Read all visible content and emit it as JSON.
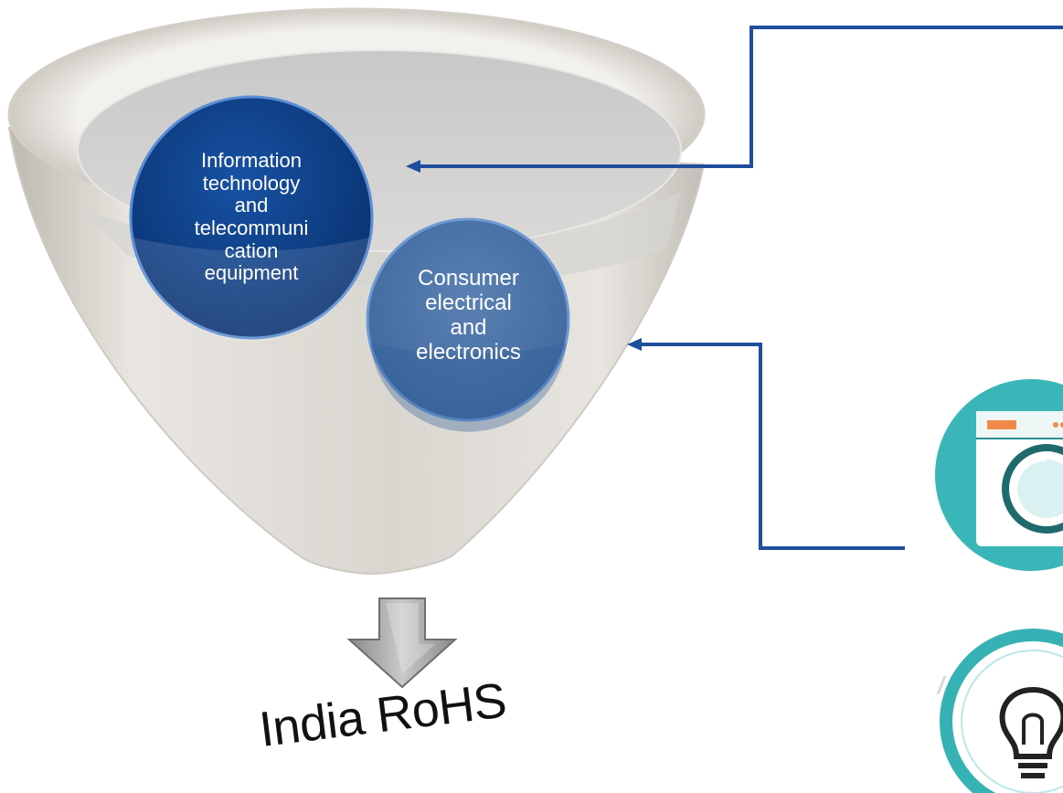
{
  "diagram": {
    "categories": [
      {
        "id": "it",
        "lines": [
          "Information",
          "technology",
          "and",
          "telecommuni",
          "cation",
          "equipment"
        ]
      },
      {
        "id": "ce",
        "lines": [
          "Consumer",
          "electrical",
          "and",
          "electronics"
        ]
      }
    ],
    "output": "India RoHS"
  },
  "icons": [
    "washing-machine-icon",
    "light-bulb-icon"
  ],
  "colors": {
    "arrow": "#1f4e9c",
    "circle_it": "#0b3d82",
    "circle_ce": "#4a73a8",
    "icon_teal": "#34b3b6",
    "funnel": "#e4e1dc"
  }
}
